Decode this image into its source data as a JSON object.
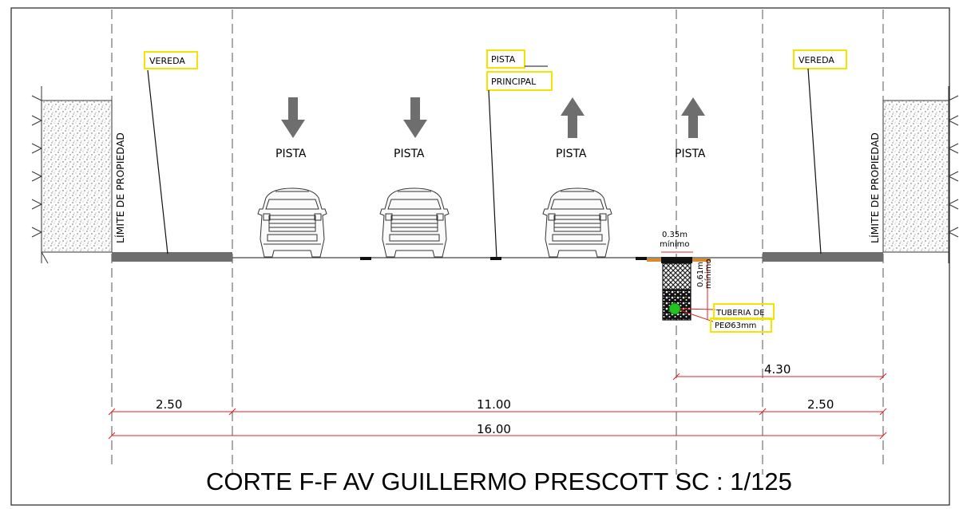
{
  "title": "CORTE F-F  AV GUILLERMO PRESCOTT SC : 1/125",
  "labels": {
    "vereda_left": "VEREDA",
    "vereda_right": "VEREDA",
    "pista_1": "PISTA",
    "pista_2": "PRINCIPAL",
    "property_limit_left": "LÍMITE DE PROPIEDAD",
    "property_limit_right": "LÍMITE DE PROPIEDAD",
    "tuberia_1": "TUBERIA  DE",
    "tuberia_2": "PEØ63mm"
  },
  "lanes": [
    {
      "label": "PISTA",
      "direction": "down"
    },
    {
      "label": "PISTA",
      "direction": "down"
    },
    {
      "label": "PISTA",
      "direction": "up"
    },
    {
      "label": "PISTA",
      "direction": "up"
    }
  ],
  "trench": {
    "width_label_1": "0.35m",
    "width_label_2": "mínimo",
    "depth_label_1": "0.61m",
    "depth_label_2": "mínimo"
  },
  "dimensions": {
    "right_offset": "4.30",
    "left_sidewalk": "2.50",
    "roadway": "11.00",
    "right_sidewalk": "2.50",
    "total": "16.00"
  },
  "colors": {
    "dimension_line": "#e02020",
    "label_box": "#f2e600",
    "pipe": "#22c322",
    "sand": "#d98a2a",
    "paving": "#6e6e6e"
  }
}
